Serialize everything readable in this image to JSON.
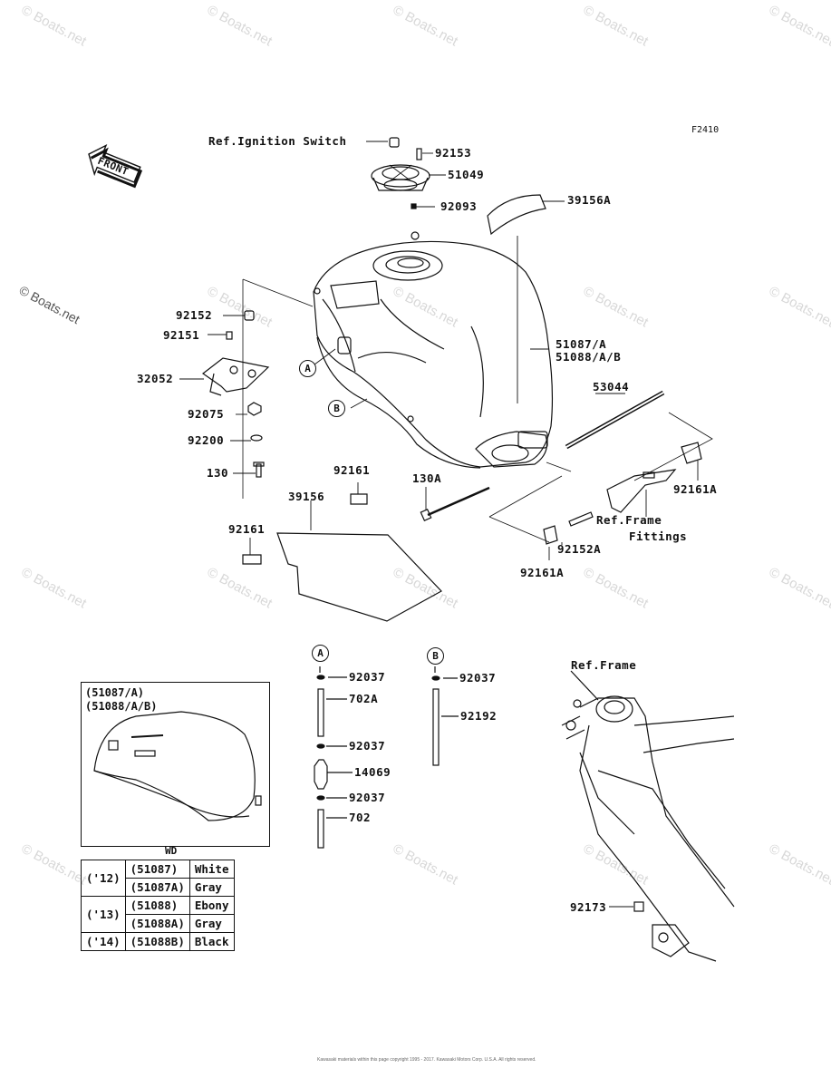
{
  "figure_code": "F2410",
  "front_label": "FRONT",
  "watermark": "© Boats.net",
  "callouts": {
    "ignition": "Ref.Ignition Switch",
    "p92153": "92153",
    "p51049": "51049",
    "p92093": "92093",
    "p39156A": "39156A",
    "p92152": "92152",
    "p92151": "92151",
    "p32052": "32052",
    "p92075": "92075",
    "p92200": "92200",
    "p130": "130",
    "p51087A": "51087/A",
    "p51088AB": "51088/A/B",
    "p53044": "53044",
    "p92161A_r": "92161A",
    "ref_frame_fittings_1": "Ref.Frame",
    "ref_frame_fittings_2": "Fittings",
    "p92152A": "92152A",
    "p92161A_b": "92161A",
    "p130A": "130A",
    "p92161_top": "92161",
    "p39156": "39156",
    "p92161_left": "92161",
    "ref_frame": "Ref.Frame",
    "p92173": "92173"
  },
  "markers": {
    "a": "A",
    "b": "B"
  },
  "hose_a": [
    "92037",
    "702A",
    "92037",
    "14069",
    "92037",
    "702"
  ],
  "hose_b": [
    "92037",
    "92192"
  ],
  "inset": {
    "line1": "(51087/A)",
    "line2": "(51088/A/B)"
  },
  "wd_table": {
    "title": "WD",
    "rows": [
      {
        "year": "('12)",
        "code": "(51087)",
        "color": "White"
      },
      {
        "year": "",
        "code": "(51087A)",
        "color": "Gray"
      },
      {
        "year": "('13)",
        "code": "(51088)",
        "color": "Ebony"
      },
      {
        "year": "",
        "code": "(51088A)",
        "color": "Gray"
      },
      {
        "year": "('14)",
        "code": "(51088B)",
        "color": "Black"
      }
    ]
  },
  "footer": "Kawasaki materials within this page copyright 1995 - 2017. Kawasaki Motors Corp. U.S.A. All rights reserved."
}
